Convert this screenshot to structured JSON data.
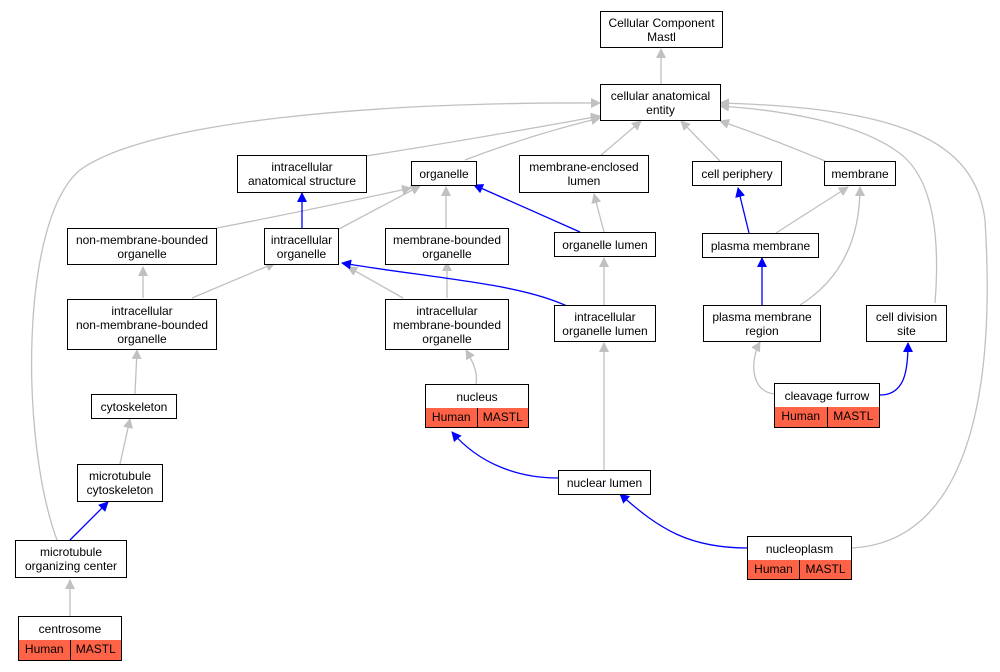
{
  "colors": {
    "isa_edge": "#c0c0c0",
    "partof_edge": "#0000ff",
    "annotation_fill": "#ff6347"
  },
  "nodes": {
    "root": "Cellular Component\nMastl",
    "cae": "cellular anatomical\nentity",
    "ias": "intracellular\nanatomical structure",
    "organelle": "organelle",
    "mel": "membrane-enclosed\nlumen",
    "cellperiph": "cell periphery",
    "membrane": "membrane",
    "nmbo": "non-membrane-bounded\norganelle",
    "io": "intracellular\norganelle",
    "mbo": "membrane-bounded\norganelle",
    "ol": "organelle lumen",
    "pm": "plasma membrane",
    "inmbo": "intracellular\nnon-membrane-bounded\norganelle",
    "imbo": "intracellular\nmembrane-bounded\norganelle",
    "iol": "intracellular\norganelle lumen",
    "pmr": "plasma membrane\nregion",
    "cds": "cell division\nsite",
    "cytoskeleton": "cytoskeleton",
    "nucleus": "nucleus",
    "cleavage": "cleavage furrow",
    "mtcyto": "microtubule\ncytoskeleton",
    "nuclumen": "nuclear lumen",
    "mtoc": "microtubule\norganizing center",
    "nucleoplasm": "nucleoplasm",
    "centrosome": "centrosome"
  },
  "annotations": {
    "nucleus": {
      "species": "Human",
      "gene": "MASTL"
    },
    "cleavage": {
      "species": "Human",
      "gene": "MASTL"
    },
    "nucleoplasm": {
      "species": "Human",
      "gene": "MASTL"
    },
    "centrosome": {
      "species": "Human",
      "gene": "MASTL"
    }
  }
}
